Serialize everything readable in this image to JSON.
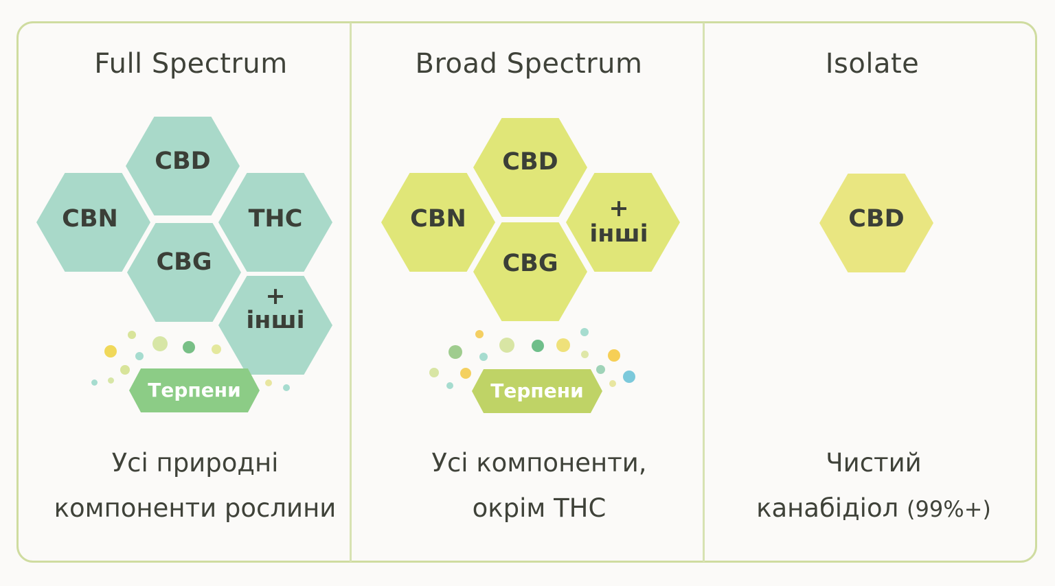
{
  "columns": [
    {
      "title": "Full Spectrum",
      "hexes": [
        "CBD",
        "CBN",
        "THC",
        "CBG",
        "+",
        "інші"
      ],
      "terpenes": "Терпени",
      "description_line1": "Усі природні",
      "description_line2": "компоненти рослини"
    },
    {
      "title": "Broad Spectrum",
      "hexes": [
        "CBD",
        "CBN",
        "+",
        "інші",
        "CBG"
      ],
      "terpenes": "Терпени",
      "description_line1": "Усі компоненти,",
      "description_line2": "окрім THC"
    },
    {
      "title": "Isolate",
      "hexes": [
        "CBD"
      ],
      "description_line1": "Чистий",
      "description_line2": "канабідіол",
      "description_suffix": "(99%+)"
    }
  ],
  "colors": {
    "full_spectrum_hex": "#a9d9c9",
    "broad_spectrum_hex": "#e0e678",
    "isolate_hex": "#e9e681",
    "full_terpene_tag": "#8ccc86",
    "broad_terpene_tag": "#bfd366",
    "border": "#cfdca0"
  }
}
